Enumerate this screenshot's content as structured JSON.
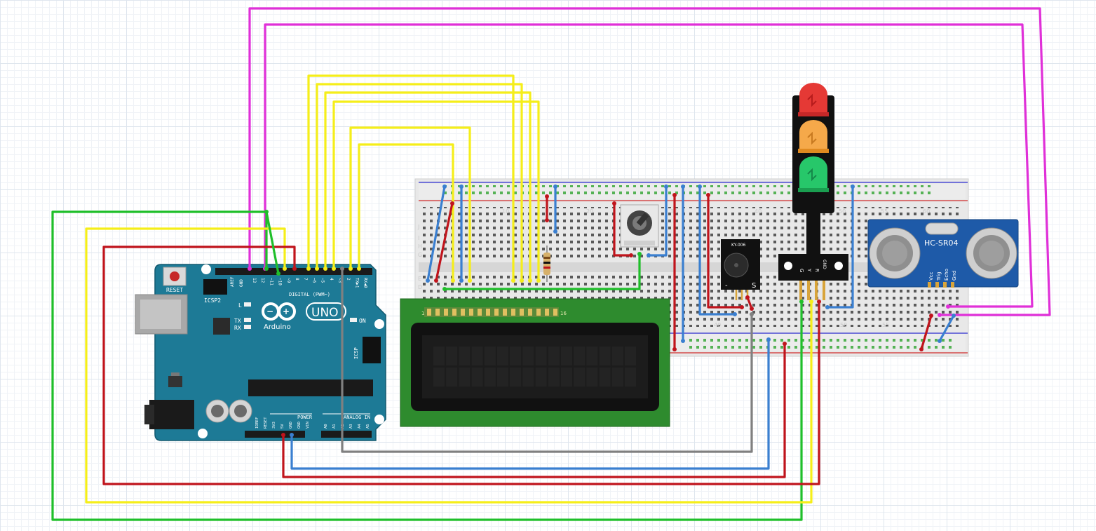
{
  "arduino": {
    "reset_label": "RESET",
    "icsp2_label": "ICSP2",
    "icsp_label": "ICSP",
    "aref_label": "AREF",
    "gnd_label": "GND",
    "digital_label": "DIGITAL (PWM~)",
    "uno_label": "UNO",
    "brand": "Arduino",
    "on_label": "ON",
    "l_label": "L",
    "tx_label": "TX",
    "rx_label": "RX",
    "power_label": "POWER",
    "analog_label": "ANALOG IN",
    "digital_pins": [
      "13",
      "12",
      "~11",
      "~10",
      "~9",
      "8",
      "7",
      "~6",
      "~5",
      "4",
      "~3",
      "2",
      "TX▶1",
      "RX◀0"
    ],
    "power_pins": [
      "IOREF",
      "RESET",
      "3V3",
      "5V",
      "GND",
      "GND",
      "VIN"
    ],
    "analog_pins": [
      "A0",
      "A1",
      "A2",
      "A3",
      "A4",
      "A5"
    ]
  },
  "breadboard": {
    "column_numbers": [
      "10",
      "20",
      "30",
      "40",
      "50",
      "55",
      "60"
    ],
    "row_letters": [
      "J",
      "I",
      "H",
      "G",
      "F",
      "E",
      "D",
      "C"
    ]
  },
  "lcd": {
    "pin_one": "1",
    "pin_sixteen": "16"
  },
  "buzzer": {
    "model": "KY-006",
    "pin_minus": "-",
    "pin_s": "S"
  },
  "traffic_light": {
    "pins": [
      "G",
      "Y",
      "R",
      "GND"
    ]
  },
  "ultrasonic": {
    "model": "HC-SR04",
    "pins": [
      "Vcc",
      "Trig",
      "Echo",
      "Gnd"
    ]
  },
  "colors": {
    "board_blue": "#1d7a96",
    "breadboard": "#e8e8e8",
    "lcd_pcb": "#2e8b2e",
    "wire_red": "#c0141c",
    "wire_blue": "#3a7fd0",
    "wire_yellow": "#f5ee1a",
    "wire_green": "#1fbf2a",
    "wire_magenta": "#e030d8",
    "wire_gray": "#808080"
  }
}
